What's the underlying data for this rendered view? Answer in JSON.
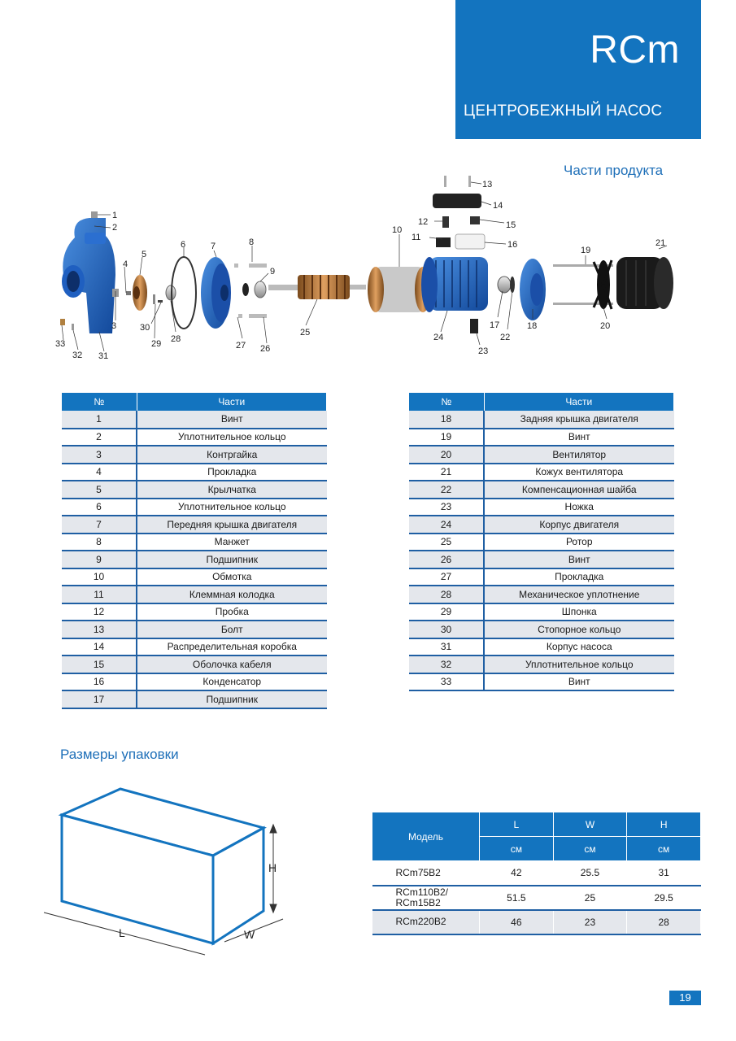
{
  "header": {
    "model": "RCm",
    "subtitle": "ЦЕНТРОБЕЖНЫЙ НАСОС"
  },
  "parts_section": {
    "title": "Части продукта"
  },
  "diagram_callouts": [
    "1",
    "2",
    "3",
    "4",
    "5",
    "6",
    "7",
    "8",
    "9",
    "10",
    "11",
    "12",
    "13",
    "14",
    "15",
    "16",
    "17",
    "18",
    "19",
    "20",
    "21",
    "22",
    "23",
    "24",
    "25",
    "26",
    "27",
    "28",
    "29",
    "30",
    "31",
    "32",
    "33"
  ],
  "parts_table": {
    "headers": {
      "num": "№",
      "part": "Части"
    },
    "left": [
      {
        "n": "1",
        "name": "Винт"
      },
      {
        "n": "2",
        "name": "Уплотнительное кольцо"
      },
      {
        "n": "3",
        "name": "Контргайка"
      },
      {
        "n": "4",
        "name": "Прокладка"
      },
      {
        "n": "5",
        "name": "Крылчатка"
      },
      {
        "n": "6",
        "name": "Уплотнительное кольцо"
      },
      {
        "n": "7",
        "name": "Передняя крышка двигателя"
      },
      {
        "n": "8",
        "name": "Манжет"
      },
      {
        "n": "9",
        "name": "Подшипник"
      },
      {
        "n": "10",
        "name": "Обмотка"
      },
      {
        "n": "11",
        "name": "Клеммная колодка"
      },
      {
        "n": "12",
        "name": "Пробка"
      },
      {
        "n": "13",
        "name": "Болт"
      },
      {
        "n": "14",
        "name": "Распределительная коробка"
      },
      {
        "n": "15",
        "name": "Оболочка кабеля"
      },
      {
        "n": "16",
        "name": "Конденсатор"
      },
      {
        "n": "17",
        "name": "Подшипник"
      }
    ],
    "right": [
      {
        "n": "18",
        "name": "Задняя крышка двигателя"
      },
      {
        "n": "19",
        "name": "Винт"
      },
      {
        "n": "20",
        "name": "Вентилятор"
      },
      {
        "n": "21",
        "name": "Кожух вентилятора"
      },
      {
        "n": "22",
        "name": "Компенсационная шайба"
      },
      {
        "n": "23",
        "name": "Ножка"
      },
      {
        "n": "24",
        "name": "Корпус двигателя"
      },
      {
        "n": "25",
        "name": "Ротор"
      },
      {
        "n": "26",
        "name": "Винт"
      },
      {
        "n": "27",
        "name": "Прокладка"
      },
      {
        "n": "28",
        "name": "Механическое уплотнение"
      },
      {
        "n": "29",
        "name": "Шпонка"
      },
      {
        "n": "30",
        "name": "Стопорное кольцо"
      },
      {
        "n": "31",
        "name": "Корпус насоса"
      },
      {
        "n": "32",
        "name": "Уплотнительное кольцо"
      },
      {
        "n": "33",
        "name": "Винт"
      }
    ]
  },
  "packaging": {
    "title": "Размеры упаковки",
    "box_labels": {
      "l": "L",
      "w": "W",
      "h": "H"
    },
    "table": {
      "model_header": "Модель",
      "dim_headers": [
        "L",
        "W",
        "H"
      ],
      "unit": "см",
      "rows": [
        {
          "model_line1": "RCm75B2",
          "model_line2": "",
          "l": "42",
          "w": "25.5",
          "h": "31"
        },
        {
          "model_line1": "RCm110B2/",
          "model_line2": "RCm15B2",
          "l": "51.5",
          "w": "25",
          "h": "29.5"
        },
        {
          "model_line1": "RCm220B2",
          "model_line2": "",
          "l": "46",
          "w": "23",
          "h": "28"
        }
      ]
    }
  },
  "footer": {
    "page": "19"
  },
  "colors": {
    "brand_blue": "#1374bf",
    "row_gray": "#e4e7ec",
    "line_blue": "#1f5fa3"
  }
}
